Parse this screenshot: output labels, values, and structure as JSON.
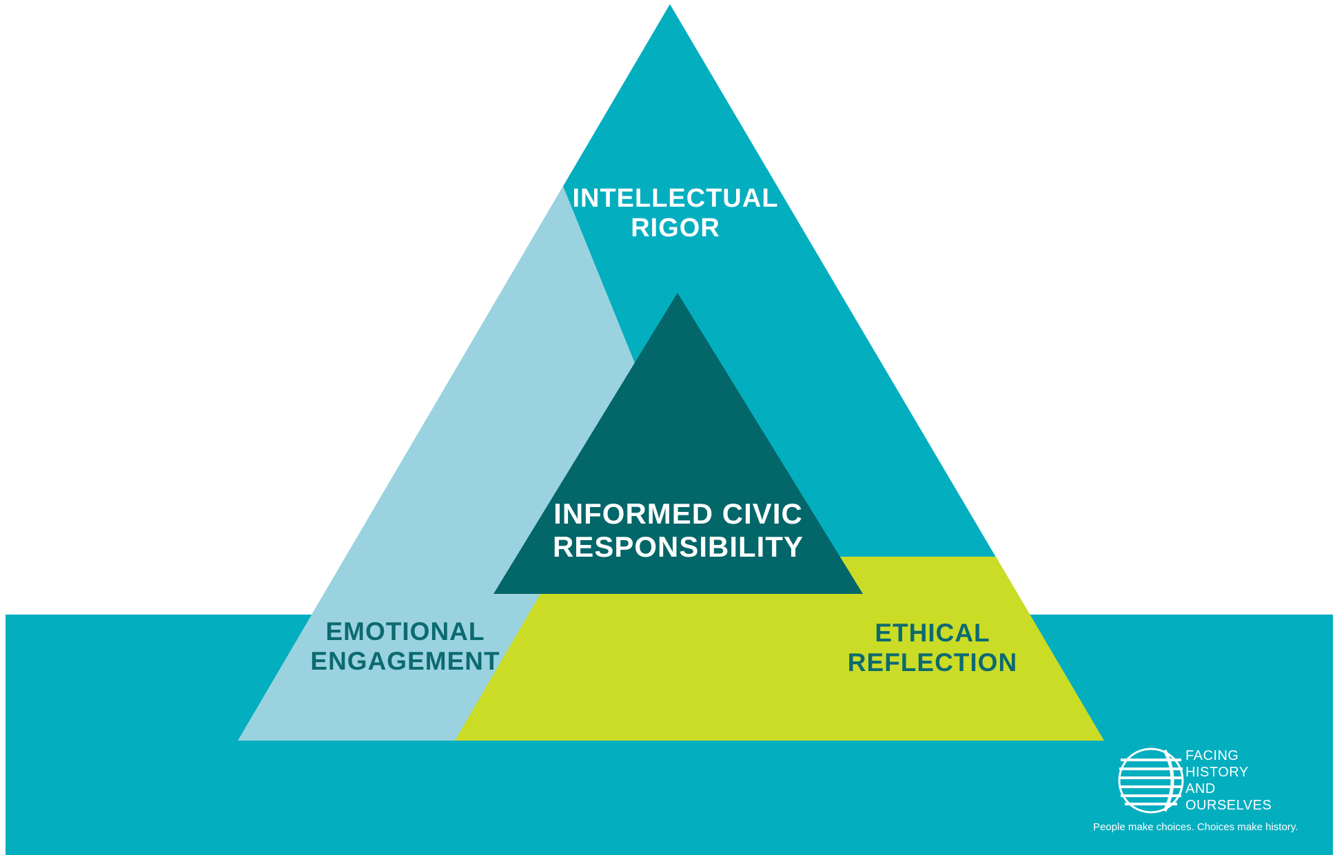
{
  "colors": {
    "teal": "#03aebf",
    "light_blue": "#9ad3df",
    "lime": "#cbdc26",
    "dark_teal": "#036669",
    "white": "#ffffff",
    "dark_label": "#0c6a70"
  },
  "diagram": {
    "intellectual_rigor": {
      "line1": "INTELLECTUAL",
      "line2": "RIGOR"
    },
    "emotional_engagement": {
      "line1": "EMOTIONAL",
      "line2": "ENGAGEMENT"
    },
    "ethical_reflection": {
      "line1": "ETHICAL",
      "line2": "REFLECTION"
    },
    "center": {
      "line1": "INFORMED CIVIC",
      "line2": "RESPONSIBILITY"
    }
  },
  "logo": {
    "icon": "globe-icon",
    "line1": "FACING",
    "line2": "HISTORY",
    "line3": "AND",
    "line4": "OURSELVES",
    "tagline": "People make choices. Choices make history."
  }
}
